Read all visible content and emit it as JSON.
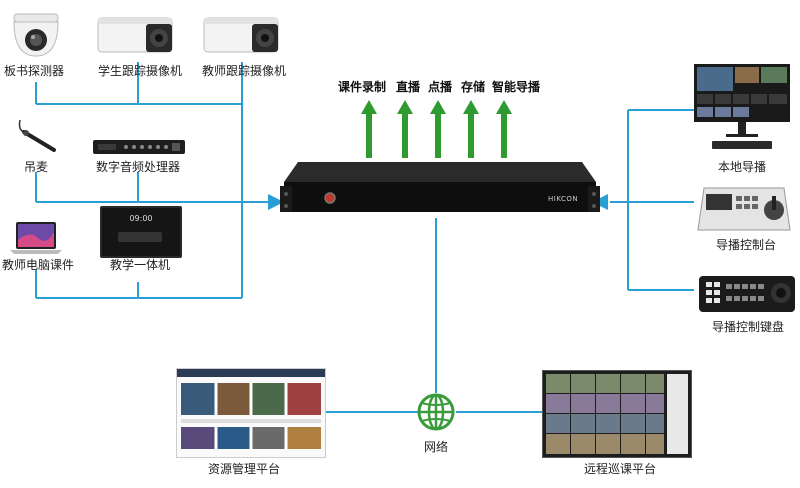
{
  "inputs": {
    "board_detector": "板书探测器",
    "student_camera": "学生跟踪摄像机",
    "teacher_camera": "教师跟踪摄像机",
    "hanging_mic": "吊麦",
    "audio_processor": "数字音频处理器",
    "teacher_pc": "教师电脑课件",
    "teaching_display": "教学一体机",
    "display_time": "09:00"
  },
  "outputs": [
    "课件录制",
    "直播",
    "点播",
    "存储",
    "智能导播"
  ],
  "device": {
    "brand": "HIKCON"
  },
  "directors": {
    "local": "本地导播",
    "console": "导播控制台",
    "keyboard": "导播控制键盘"
  },
  "network": {
    "label": "网络",
    "resource_platform": "资源管理平台",
    "remote_platform": "远程巡课平台"
  },
  "colors": {
    "line": "#2a9fd6",
    "arrow_up": "#2f9a2f",
    "globe": "#3a9b3a"
  }
}
